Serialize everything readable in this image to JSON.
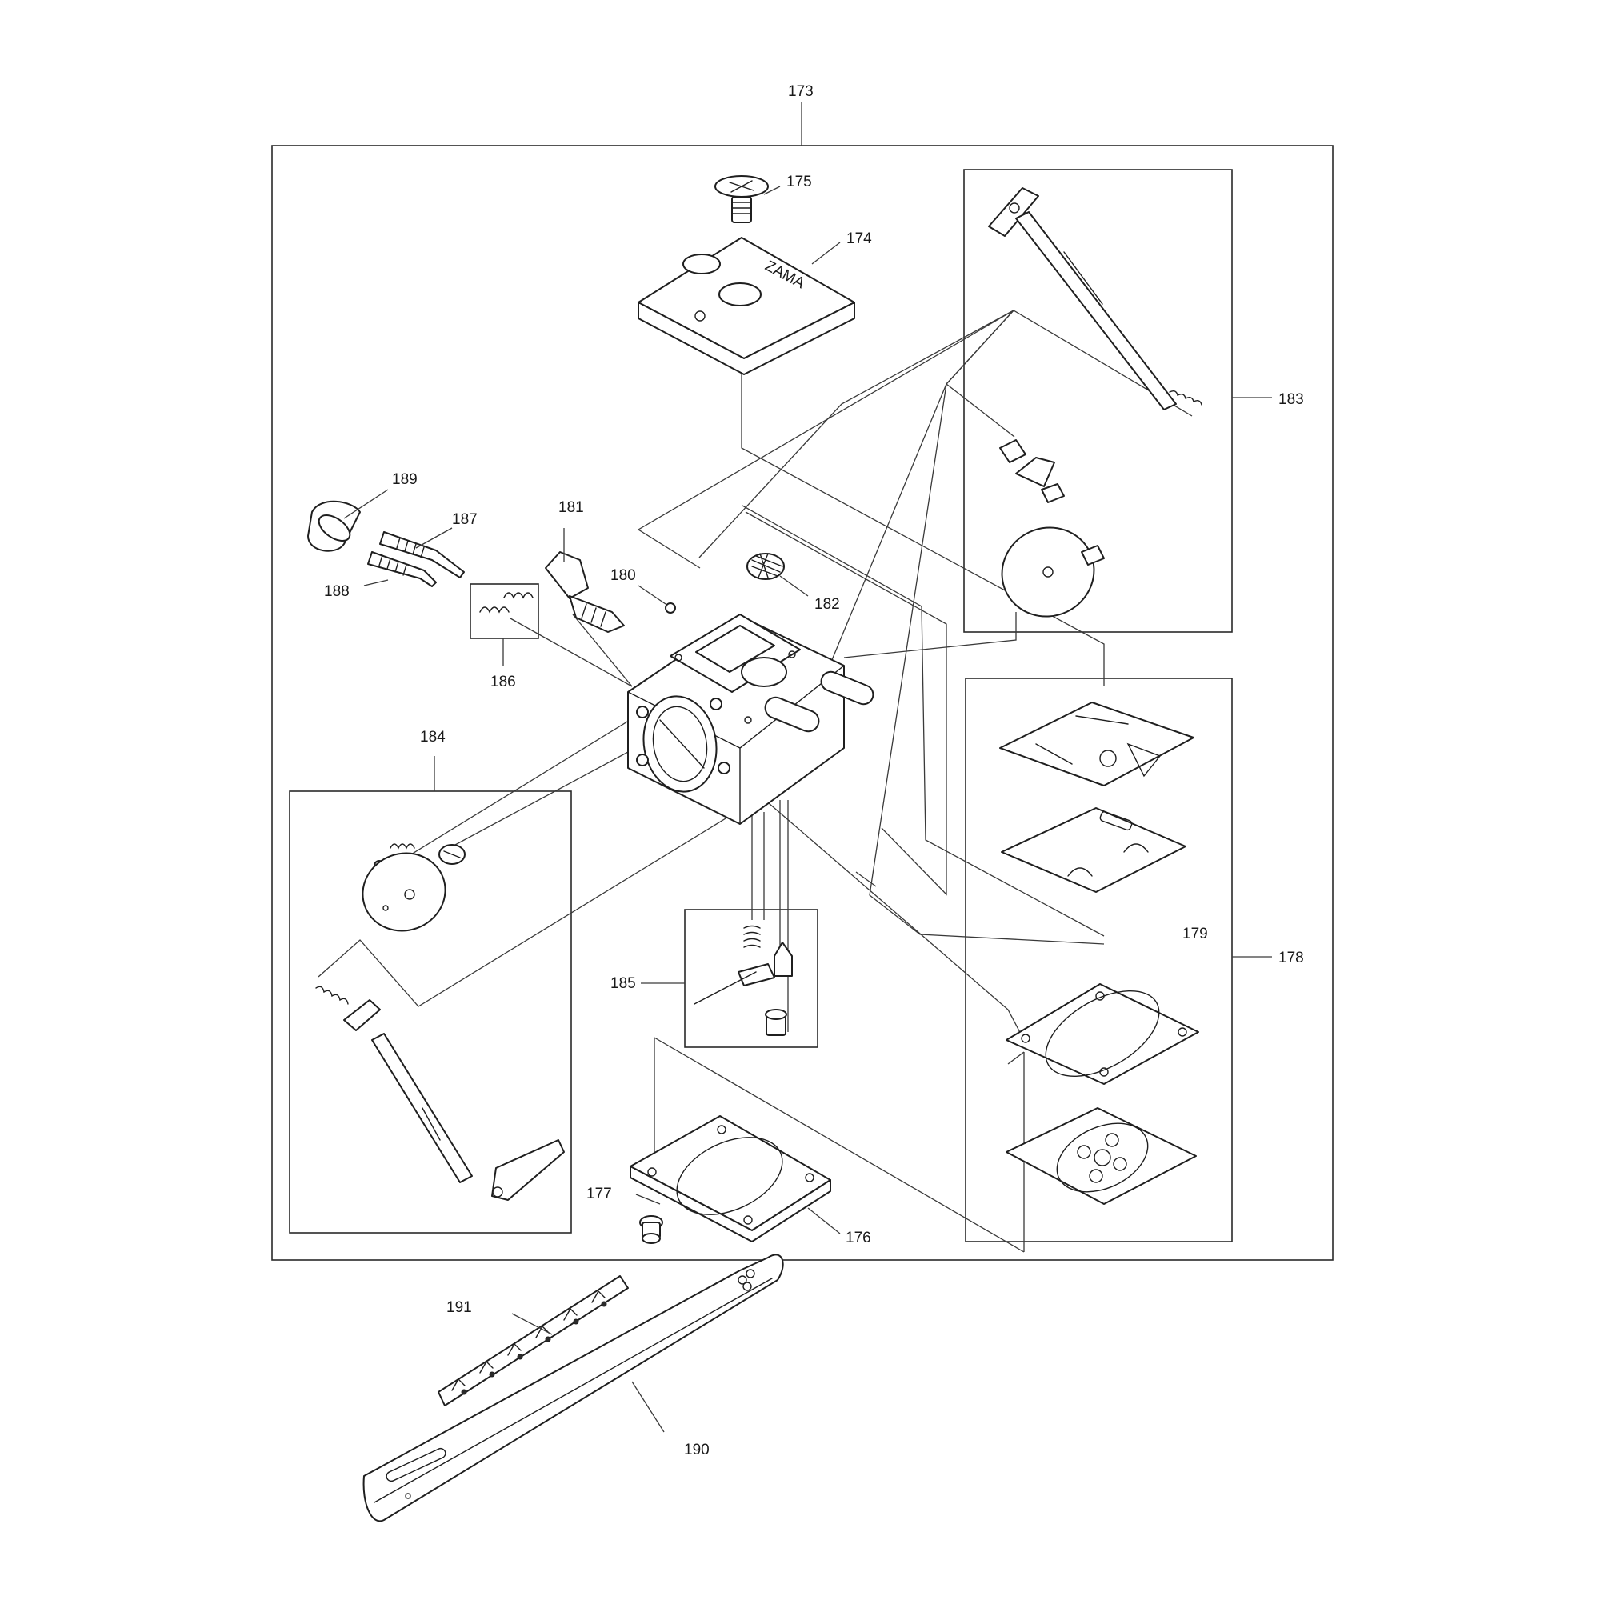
{
  "diagram": {
    "labels": {
      "p173": "173",
      "p174": "174",
      "p175": "175",
      "p176": "176",
      "p177": "177",
      "p178": "178",
      "p179": "179",
      "p180": "180",
      "p181": "181",
      "p182": "182",
      "p183": "183",
      "p184": "184",
      "p185": "185",
      "p186": "186",
      "p187": "187",
      "p188": "188",
      "p189": "189",
      "p190": "190",
      "p191": "191"
    },
    "cover_text": "ZAMA"
  }
}
